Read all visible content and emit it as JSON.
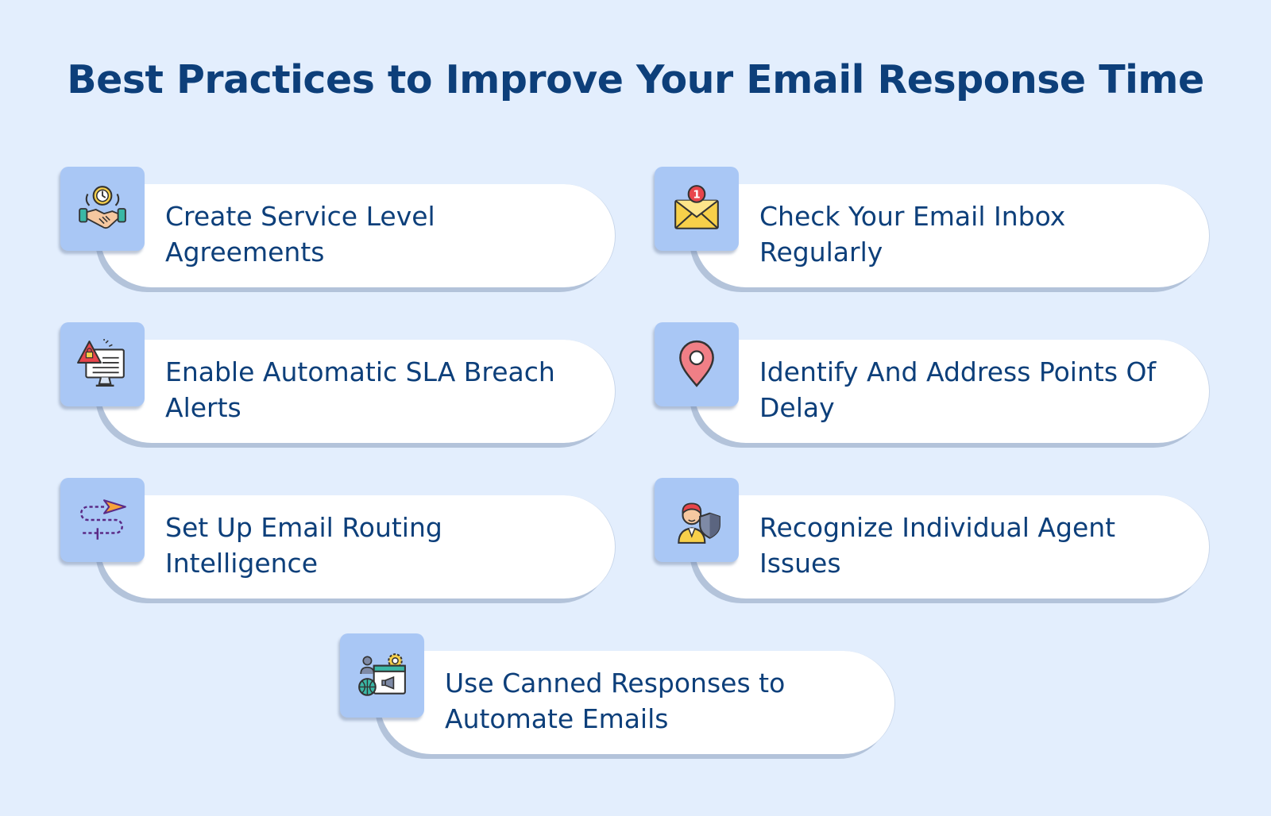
{
  "title": "Best Practices to Improve Your Email Response Time",
  "items": [
    {
      "label": "Create Service Level Agreements",
      "icon": "handshake-clock-icon"
    },
    {
      "label": "Check Your Email Inbox Regularly",
      "icon": "envelope-notification-icon"
    },
    {
      "label": "Enable Automatic SLA Breach Alerts",
      "icon": "monitor-alert-icon"
    },
    {
      "label": "Identify And Address Points Of Delay",
      "icon": "location-pin-icon"
    },
    {
      "label": "Set Up Email Routing Intelligence",
      "icon": "paper-plane-route-icon"
    },
    {
      "label": "Recognize Individual Agent Issues",
      "icon": "agent-shield-icon"
    },
    {
      "label": "Use Canned Responses to Automate Emails",
      "icon": "automation-gear-icon"
    }
  ],
  "colors": {
    "background": "#e3eefd",
    "title": "#0d3f7a",
    "icon_box": "#a9c7f5",
    "card": "#ffffff"
  }
}
